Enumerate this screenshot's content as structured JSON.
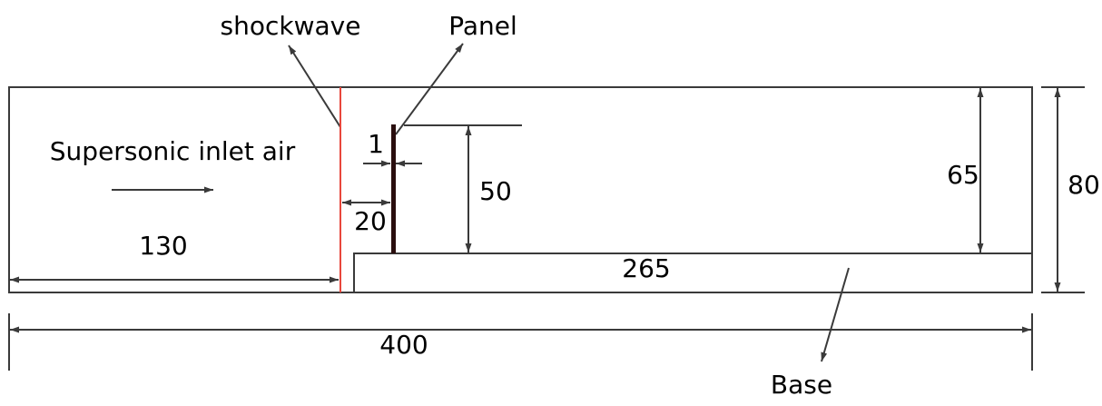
{
  "labels": {
    "shockwave": "shockwave",
    "panel": "Panel",
    "inlet": "Supersonic inlet air",
    "base": "Base"
  },
  "dimensions": {
    "domain_length": "400",
    "domain_height": "80",
    "shock_position": "130",
    "shock_to_panel": "20",
    "panel_thickness": "1",
    "panel_height": "50",
    "base_length": "265",
    "gap_above_base": "65"
  },
  "colors": {
    "line": "#3a3a3a",
    "shockwave": "#e8473c",
    "panel": "#2a0e0e"
  }
}
